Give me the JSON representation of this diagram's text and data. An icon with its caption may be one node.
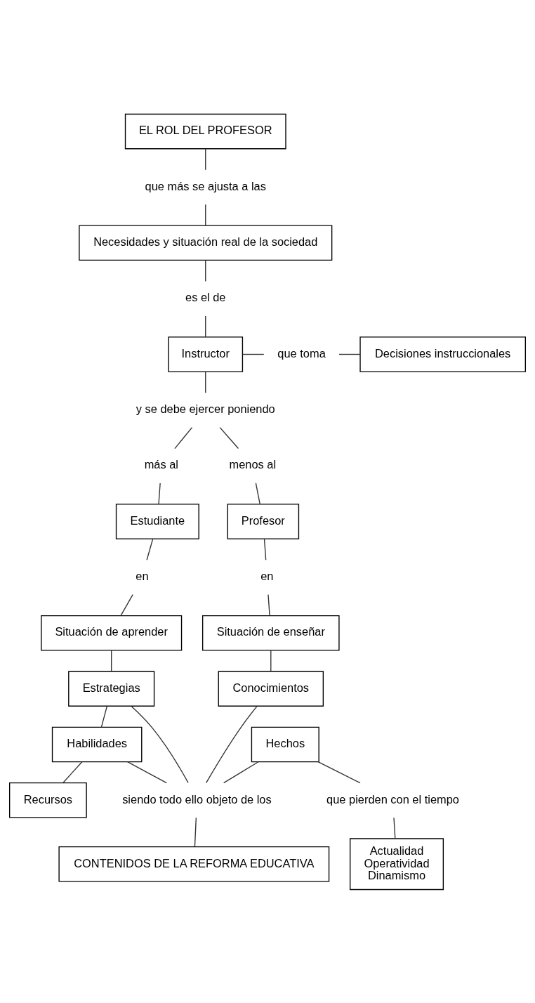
{
  "diagram": {
    "nodes": [
      {
        "text": [
          "EL ROL DEL PROFESOR"
        ]
      },
      {
        "text": [
          "que más se ajusta a las"
        ]
      },
      {
        "text": [
          "Necesidades y situación real de la sociedad"
        ]
      },
      {
        "text": [
          "es el de"
        ]
      },
      {
        "text": [
          "Instructor"
        ]
      },
      {
        "text": [
          "que toma"
        ]
      },
      {
        "text": [
          "Decisiones instruccionales"
        ]
      },
      {
        "text": [
          "y se debe ejercer poniendo"
        ]
      },
      {
        "text": [
          "más al"
        ]
      },
      {
        "text": [
          "menos al"
        ]
      },
      {
        "text": [
          "Estudiante"
        ]
      },
      {
        "text": [
          "Profesor"
        ]
      },
      {
        "text": [
          "en"
        ]
      },
      {
        "text": [
          "en"
        ]
      },
      {
        "text": [
          "Situación de aprender"
        ]
      },
      {
        "text": [
          "Situación de enseñar"
        ]
      },
      {
        "text": [
          "Estrategias"
        ]
      },
      {
        "text": [
          "Habilidades"
        ]
      },
      {
        "text": [
          "Recursos"
        ]
      },
      {
        "text": [
          "Conocimientos"
        ]
      },
      {
        "text": [
          "Hechos"
        ]
      },
      {
        "text": [
          "que pierden con el tiempo"
        ]
      },
      {
        "text": [
          "Actualidad",
          "Operatividad",
          "Dinamismo"
        ]
      },
      {
        "text": [
          "siendo todo ello objeto de los"
        ]
      },
      {
        "text": [
          "CONTENIDOS DE LA REFORMA EDUCATIVA"
        ]
      }
    ],
    "edges": [
      {
        "from": 0,
        "to": 1,
        "arrow": "none"
      },
      {
        "from": 1,
        "to": 2,
        "arrow": "none"
      },
      {
        "from": 2,
        "to": 3,
        "arrow": "none"
      },
      {
        "from": 3,
        "to": 4,
        "arrow": "none"
      },
      {
        "from": 4,
        "to": 5,
        "arrow": "none"
      },
      {
        "from": 5,
        "to": 6,
        "arrow": "none"
      },
      {
        "from": 4,
        "to": 7,
        "arrow": "none"
      },
      {
        "from": 7,
        "to": 8,
        "arrow": "none"
      },
      {
        "from": 7,
        "to": 9,
        "arrow": "none"
      },
      {
        "from": 8,
        "to": 10,
        "arrow": "none"
      },
      {
        "from": 9,
        "to": 11,
        "arrow": "none"
      },
      {
        "from": 10,
        "to": 12,
        "arrow": "none"
      },
      {
        "from": 11,
        "to": 13,
        "arrow": "none"
      },
      {
        "from": 12,
        "to": 14,
        "arrow": "none"
      },
      {
        "from": 13,
        "to": 15,
        "arrow": "none"
      },
      {
        "from": 14,
        "to": 16,
        "arrow": "none"
      },
      {
        "from": 16,
        "to": 17,
        "arrow": "none"
      },
      {
        "from": 17,
        "to": 18,
        "arrow": "none"
      },
      {
        "from": 15,
        "to": 19,
        "arrow": "none"
      },
      {
        "from": 20,
        "to": 21,
        "arrow": "none"
      },
      {
        "from": 21,
        "to": 22,
        "arrow": "none"
      },
      {
        "from": 16,
        "to": 23,
        "arrow": "none"
      },
      {
        "from": 17,
        "to": 23,
        "arrow": "none"
      },
      {
        "from": 19,
        "to": 23,
        "arrow": "none"
      },
      {
        "from": 20,
        "to": 23,
        "arrow": "none"
      },
      {
        "from": 23,
        "to": 24,
        "arrow": "none"
      }
    ]
  }
}
